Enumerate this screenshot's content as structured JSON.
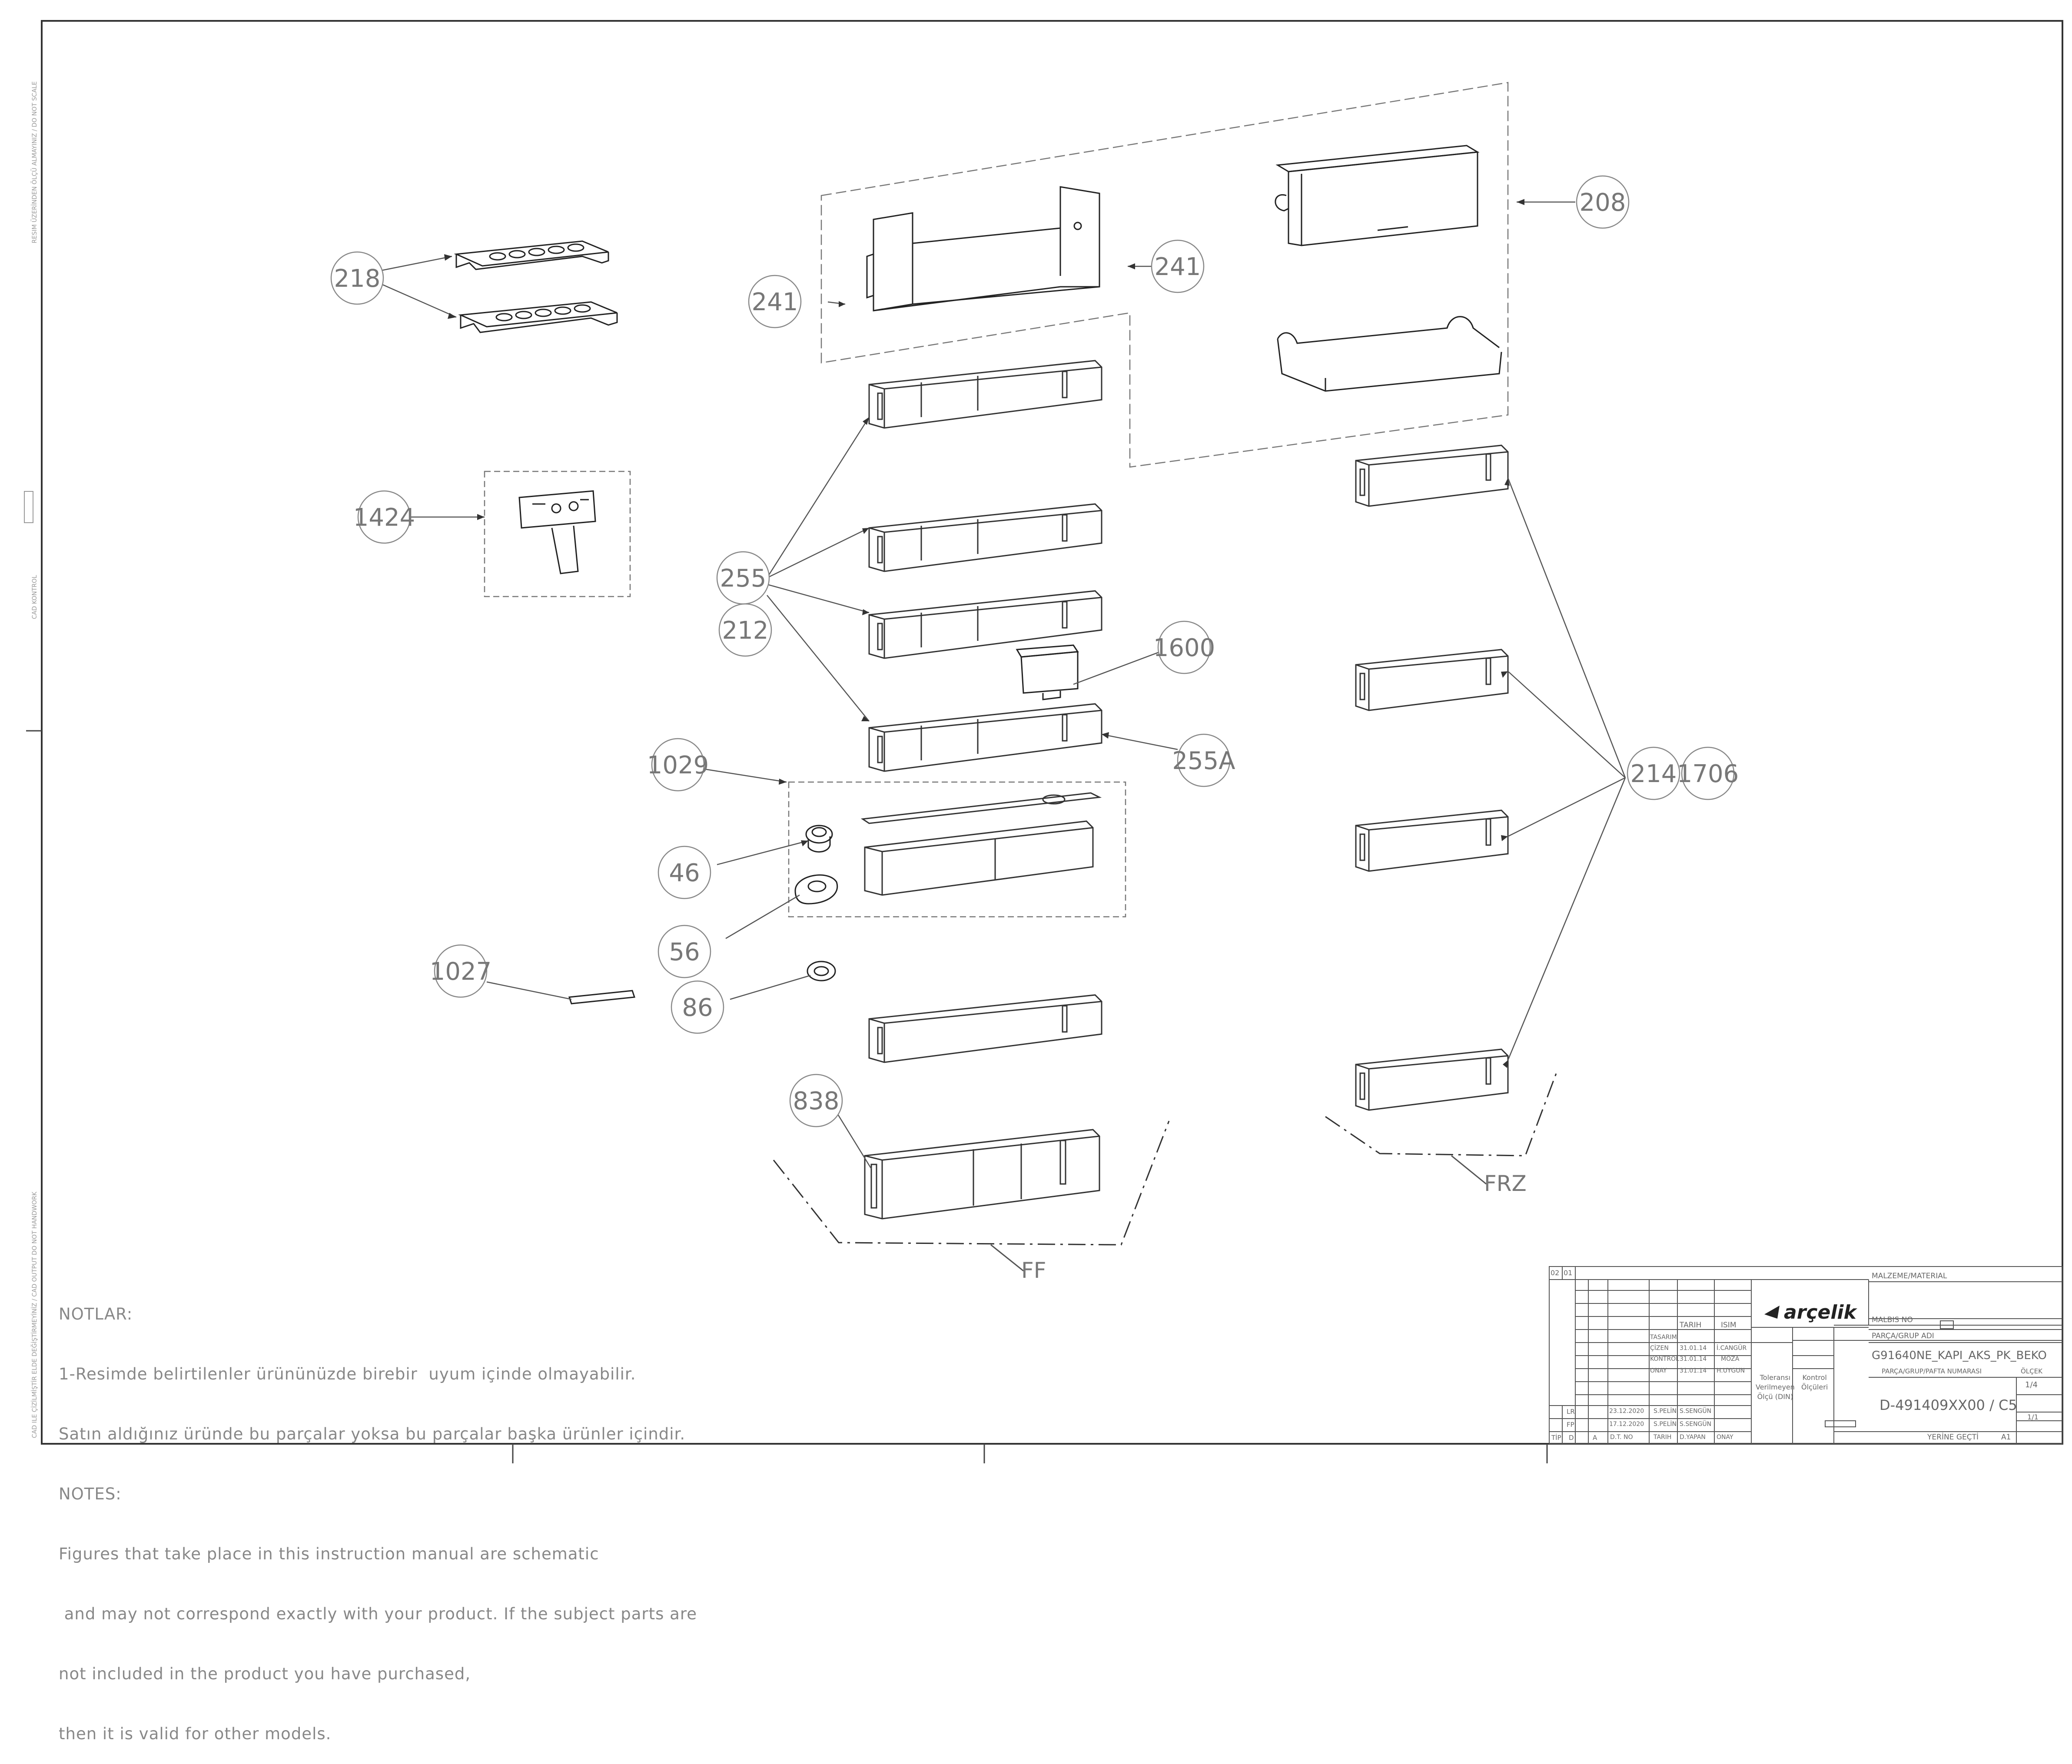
{
  "callouts": [
    {
      "id": "218",
      "label": "218"
    },
    {
      "id": "241a",
      "label": "241"
    },
    {
      "id": "241b",
      "label": "241"
    },
    {
      "id": "208",
      "label": "208"
    },
    {
      "id": "1424",
      "label": "1424"
    },
    {
      "id": "255",
      "label": "255"
    },
    {
      "id": "212",
      "label": "212"
    },
    {
      "id": "1600",
      "label": "1600"
    },
    {
      "id": "255A",
      "label": "255A"
    },
    {
      "id": "1029",
      "label": "1029"
    },
    {
      "id": "46",
      "label": "46"
    },
    {
      "id": "56",
      "label": "56"
    },
    {
      "id": "1027",
      "label": "1027"
    },
    {
      "id": "86",
      "label": "86"
    },
    {
      "id": "838",
      "label": "838"
    },
    {
      "id": "214",
      "label": "214"
    },
    {
      "id": "1706",
      "label": "1706"
    }
  ],
  "zone_labels": {
    "ff": "FF",
    "frz": "FRZ"
  },
  "notes": {
    "line1": "NOTLAR:",
    "line2": "1-Resimde belirtilenler ürününüzde birebir  uyum içinde olmayabilir.",
    "line3": "Satın aldığınız üründe bu parçalar yoksa bu parçalar başka ürünler içindir.",
    "line4": "NOTES:",
    "line5": "Figures that take place in this instruction manual are schematic",
    "line6": " and may not correspond exactly with your product. If the subject parts are",
    "line7": "not included in the product you have purchased,",
    "line8": "then it is valid for other models."
  },
  "margin": {
    "top": "RESIM ÜZERİNDEN ÖLÇÜ ALMAYINIZ / DO NOT SCALE",
    "middle": "CAD KONTROL",
    "bottom": "CAD ILE ÇİZİLMİŞTİR ELDE DEĞİŞTİRMEYİNİZ / CAD OUTPUT DO NOT HANDWORK"
  },
  "title_block": {
    "brand": "arçelik",
    "malzeme": "MALZEME/MATERIAL",
    "malbis": "MALBIS NO",
    "parca_grup_adi": "PARÇA/GRUP ADI",
    "part_name": "G91640NE_KAPI_AKS_PK_BEKO",
    "tarih": "TARIH",
    "isim": "ISIM",
    "tasarim": "TASARIM",
    "cizen": "ÇİZEN",
    "cizen_date": "31.01.14",
    "cizen_name": "İ.CANGÜR",
    "kontrol": "KONTROL",
    "kontrol_date": "31.01.14",
    "kontrol_name": "MÖZA",
    "onay": "ONAY",
    "onay_date": "31.01.14",
    "onay_name": "H.UYGUN",
    "numara_lbl": "PARÇA/GRUP/PAFTA NUMARASI",
    "olcek_lbl": "ÖLÇEK",
    "olcek": "1/4",
    "number": "D-491409XX00 / C5",
    "tolerance": "Toleransı\nVerilmeyen\nÖlçü (DIN)",
    "kontrol_olculeri": "Kontrol\nÖlçüleri",
    "yerine": "YERİNE GEÇTİ",
    "a1": "A1",
    "sheet": "1/1",
    "rev_lr": "LR",
    "rev_fp": "FP",
    "rev1_date": "23.12.2020",
    "rev1_a": "S.PELİN",
    "rev1_b": "S.SENGÜN",
    "rev2_date": "17.12.2020",
    "rev2_a": "S.PELİN",
    "rev2_b": "S.SENGÜN",
    "foot_tip": "TİP",
    "foot_d": "D",
    "foot_a": "A",
    "foot_dtno": "D.T. NO",
    "foot_tarih": "TARIH",
    "foot_dyapan": "D.YAPAN",
    "foot_onay": "ONAY",
    "corner1": "02",
    "corner2": "01"
  }
}
